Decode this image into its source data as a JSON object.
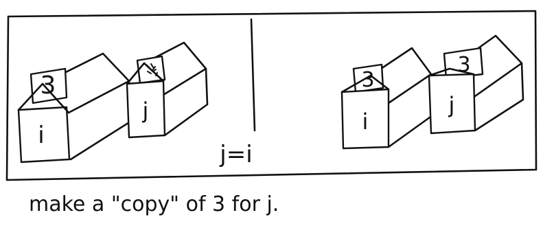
{
  "left_panel": {
    "box_i": {
      "variable": "i",
      "card_value": "3"
    },
    "box_j": {
      "variable": "j",
      "card_value": "scribbled (undefined)"
    }
  },
  "statement": "j=i",
  "right_panel": {
    "box_i": {
      "variable": "i",
      "card_value": "3"
    },
    "box_j": {
      "variable": "j",
      "card_value": "3"
    }
  },
  "caption": "make a \"copy\" of 3 for j."
}
